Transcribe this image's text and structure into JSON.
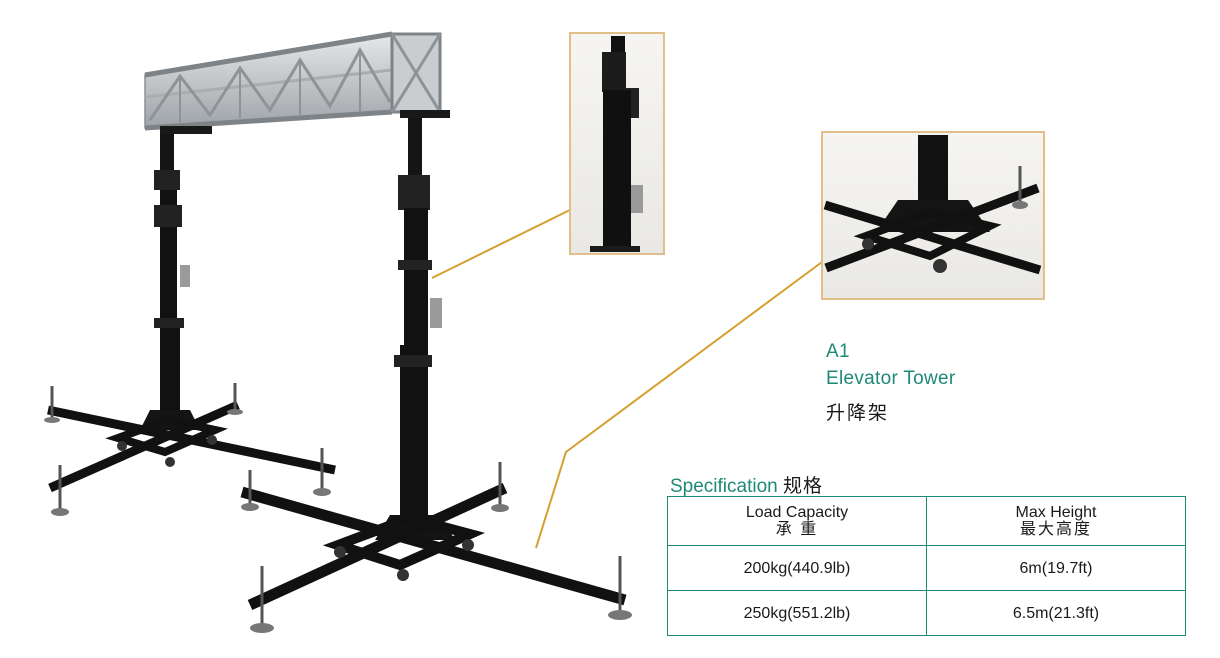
{
  "product": {
    "code": "A1",
    "name_en": "Elevator Tower",
    "name_cn": "升降架"
  },
  "specification": {
    "heading_en": "Specification",
    "heading_cn": "规格",
    "columns": [
      {
        "en": "Load Capacity",
        "cn": "承 重"
      },
      {
        "en": "Max Height",
        "cn": "最大高度"
      }
    ],
    "rows": [
      [
        "200kg(440.9lb)",
        "6m(19.7ft)"
      ],
      [
        "250kg(551.2lb)",
        "6.5m(21.3ft)"
      ]
    ]
  },
  "colors": {
    "accent_teal": "#1e8a76",
    "callout_line": "#d4a030",
    "detail_frame": "#e0c088",
    "truss_aluminum": "#bfc3c6",
    "tower_black": "#111111"
  }
}
